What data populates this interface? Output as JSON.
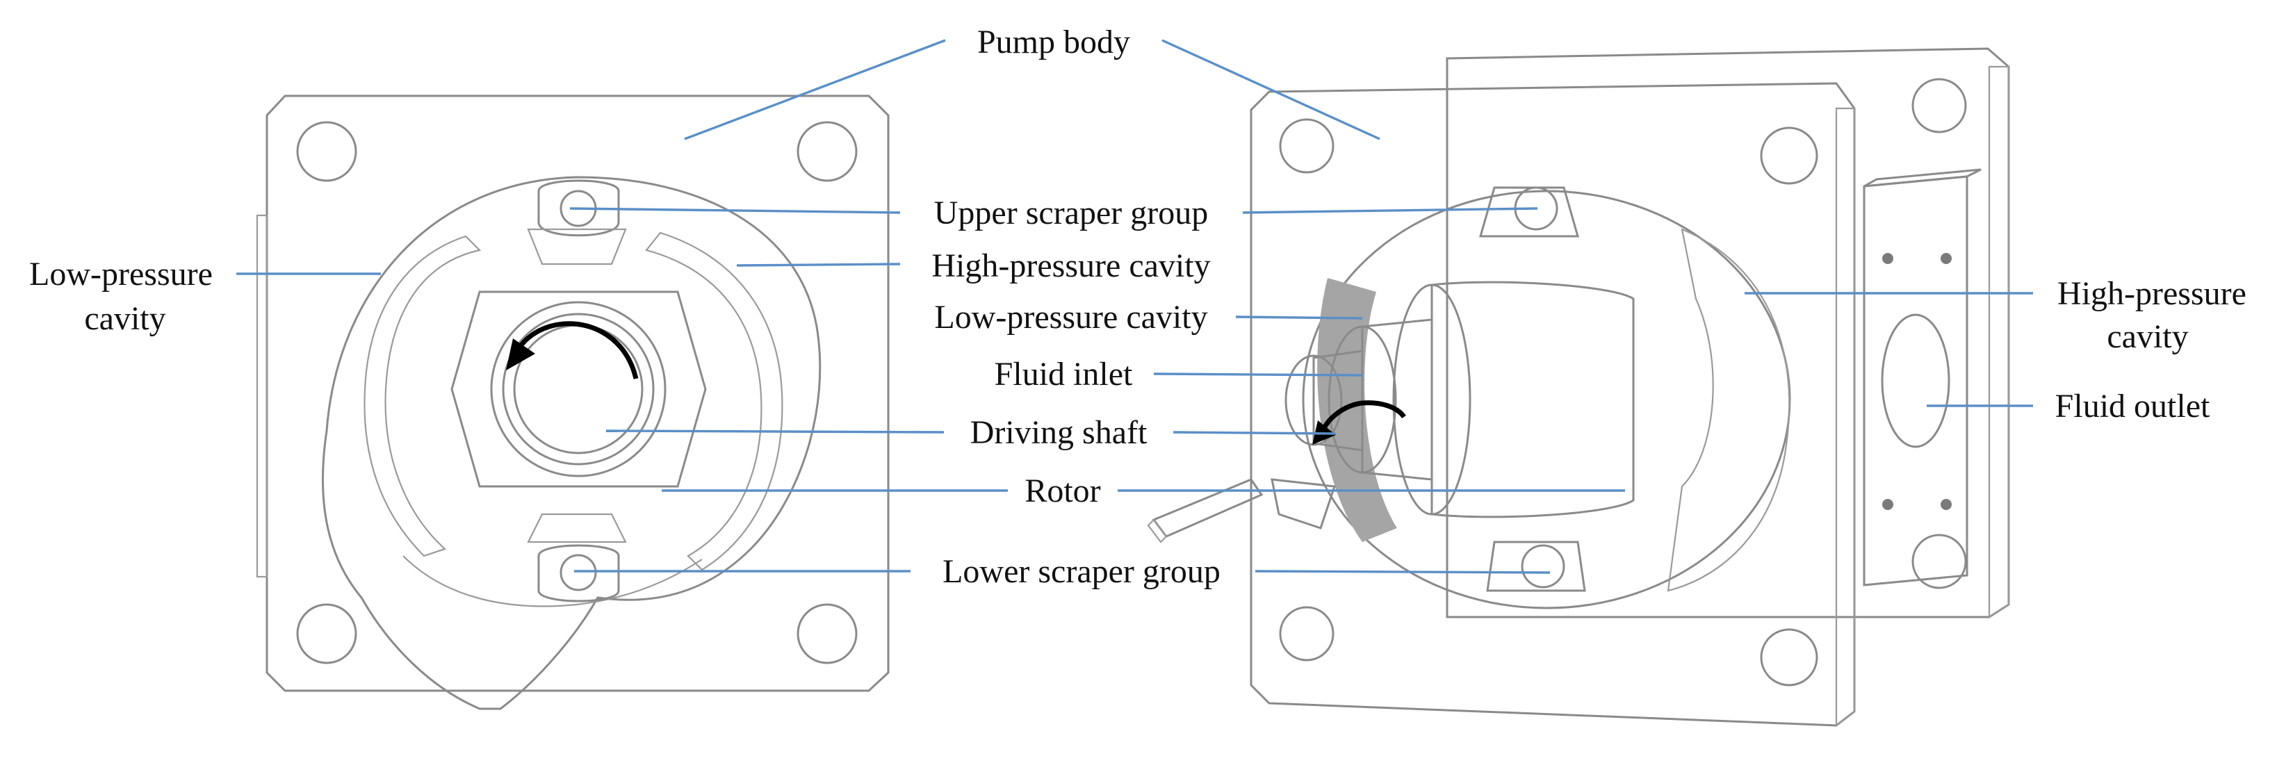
{
  "labels": {
    "pump_body": "Pump body",
    "upper_scraper_group": "Upper scraper group",
    "high_pressure_cavity_center": "High-pressure cavity",
    "low_pressure_cavity_center": "Low-pressure cavity",
    "fluid_inlet": "Fluid inlet",
    "driving_shaft": "Driving shaft",
    "rotor": "Rotor",
    "lower_scraper_group": "Lower scraper group",
    "low_pressure_cavity_left_line1": "Low-pressure",
    "low_pressure_cavity_left_line2": "cavity",
    "high_pressure_cavity_right_line1": "High-pressure",
    "high_pressure_cavity_right_line2": "cavity",
    "fluid_outlet": "Fluid outlet"
  },
  "colors": {
    "leader_line": "#5b8fc7",
    "outline": "#8a8a8a",
    "text": "#111111"
  }
}
